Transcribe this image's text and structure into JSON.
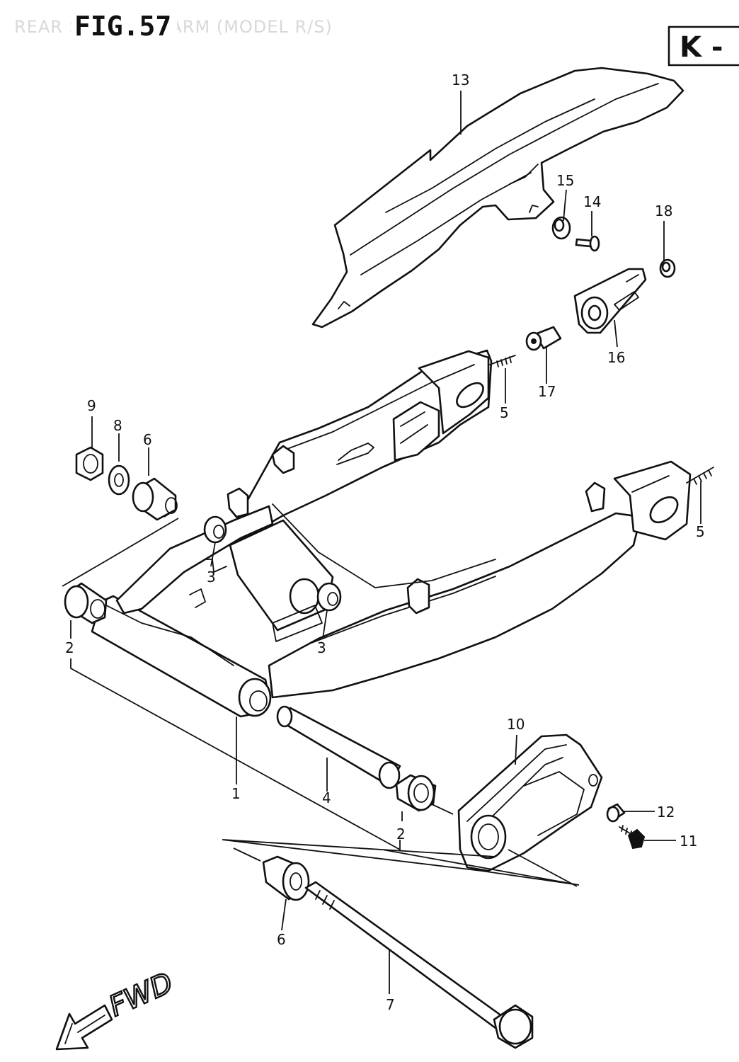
{
  "header": {
    "subtitle": "REAR SWINGING ARM (MODEL R/S)",
    "figure_label": "FIG.57",
    "section_code": "K -"
  },
  "direction_label": "FWD",
  "callouts": [
    "13",
    "15",
    "14",
    "18",
    "16",
    "17",
    "5",
    "9",
    "8",
    "6",
    "3",
    "3",
    "5",
    "2",
    "1",
    "4",
    "10",
    "12",
    "11",
    "2",
    "6",
    "7"
  ],
  "colors": {
    "line": "#111111",
    "background": "#ffffff",
    "ghost_text": "#d8d8d8"
  }
}
